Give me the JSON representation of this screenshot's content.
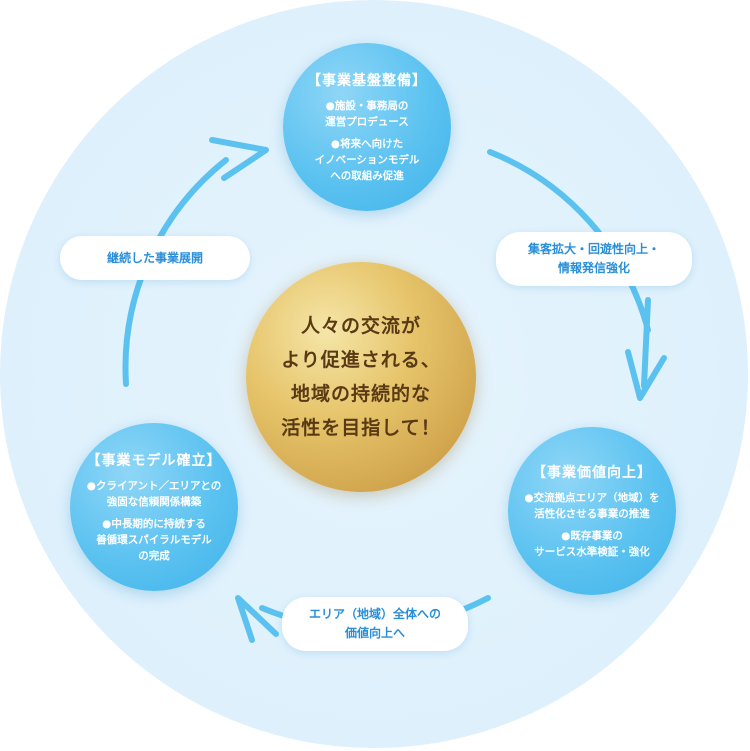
{
  "nodes": {
    "top": {
      "title": "【事業基盤整備】",
      "items": [
        "●施設・事務局の\n運営プロデュース",
        "●将来へ向けた\nイノベーションモデル\nへの取組み促進"
      ]
    },
    "right": {
      "title": "【事業価値向上】",
      "items": [
        "●交流拠点エリア（地域）を\n活性化させる事業の推進",
        "●既存事業の\nサービス水準検証・強化"
      ]
    },
    "left": {
      "title": "【事業モデル確立】",
      "items": [
        "●クライアント／エリアとの\n強固な信頼関係構築",
        "●中長期的に持続する\n善循環スパイラルモデル\nの完成"
      ]
    }
  },
  "transitions": {
    "top_to_right": "集客拡大・回遊性向上・\n情報発信強化",
    "right_to_left": "エリア（地域）全体への\n価値向上へ",
    "left_to_top": "継続した事業展開"
  },
  "center": {
    "text": "人々の交流が\nより促進される、\n地域の持続的な\n活性を目指して！"
  },
  "colors": {
    "ring_bg": "#dff1fc",
    "node_blue": "#5bc2f0",
    "arrow_blue": "#5bc2f0",
    "pill_text": "#2a8fd8",
    "center_gold": "#d9b055",
    "center_text": "#5a3a14"
  }
}
